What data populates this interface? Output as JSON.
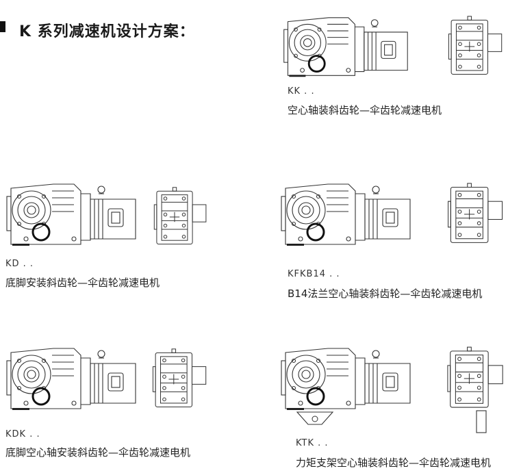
{
  "title": "K 系列减速机设计方案：",
  "variants": [
    {
      "model": "KK . .",
      "caption": "空心轴装斜齿轮—伞齿轮减速电机"
    },
    {
      "model": "KD . .",
      "caption": "底脚安装斜齿轮—伞齿轮减速电机"
    },
    {
      "model": "KFKB14 . .",
      "caption": "B14法兰空心轴装斜齿轮—伞齿轮减速电机"
    },
    {
      "model": "KDK . .",
      "caption": "底脚空心轴安装斜齿轮—伞齿轮减速电机"
    },
    {
      "model": "KTK . .",
      "caption": "力矩支架空心轴装斜齿轮—伞齿轮减速电机"
    }
  ]
}
